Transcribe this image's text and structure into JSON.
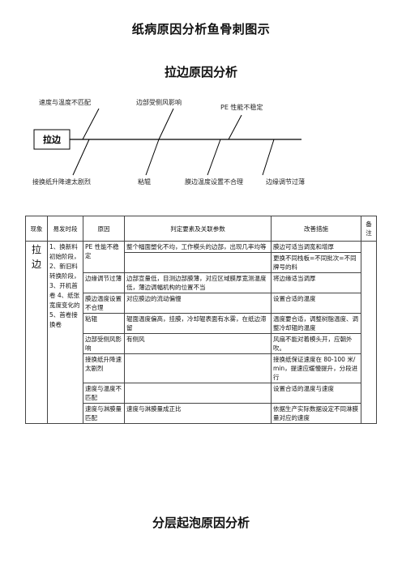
{
  "doc_title": "纸病原因分析鱼骨刺图示",
  "section1_title": "拉边原因分析",
  "section2_title": "分层起泡原因分析",
  "fishbone": {
    "head": "拉边",
    "top_labels": [
      "速度与温度不匹配",
      "边部受侧风影响",
      "PE 性能不稳定"
    ],
    "bottom_labels": [
      "接换纸升降速太剧烈",
      "粘辊",
      "膜边温度设置不合理",
      "边缘调节过薄"
    ]
  },
  "table": {
    "headers": [
      "现象",
      "易发时段",
      "原因",
      "判定要素及关联参数",
      "改善措施",
      "备注"
    ],
    "phenomenon": "拉边",
    "stages": "1、换新料初始阶段，2、新旧料转换阶段，3、开机首卷 4、纸张宽度变化的 5、首卷接换卷",
    "rows": [
      {
        "cause": "PE 性能不稳定",
        "criteria": "整个幅面塑化不均，工作模头的边部，出现几率均等",
        "measure": "膜边可适当调宽和增厚"
      },
      {
        "cause": "",
        "criteria": "",
        "measure": "更换不同栈板=不同批次=不同牌号的料"
      },
      {
        "cause": "边缘调节过薄",
        "criteria": "边部宣量低，目测边部膜薄，对应区域膜厚宽测温度低，薄边调幅机构的位置不当",
        "measure": "将边缘适当调厚"
      },
      {
        "cause": "膜边温度设置不合理",
        "criteria": "对应膜边的流动偏慢",
        "measure": "设置合适的温度"
      },
      {
        "cause": "粘辊",
        "criteria": "辊面温度偏高，挂膜，冷却辊表面有水雾，在纸边滞留",
        "measure": "温度要合适，调整树脂温度、调整冷却辊的温度"
      },
      {
        "cause": "边部受侧风影响",
        "criteria": "有侧风",
        "measure": "风扇不能对着模头开，应朝外吹。"
      },
      {
        "cause": "接换纸升降速太剧烈",
        "criteria": "",
        "measure": "接换纸保证速度在 80-100 米/min，提速应缓慢提升，分段进行"
      },
      {
        "cause": "速度与温度不匹配",
        "criteria": "",
        "measure": "设置合适的温度与速度"
      },
      {
        "cause": "速度与淋膜量匹配",
        "criteria": "速度与淋膜量成正比",
        "measure": "依据生产实际数据设定不同淋膜量对应的速度"
      }
    ]
  }
}
